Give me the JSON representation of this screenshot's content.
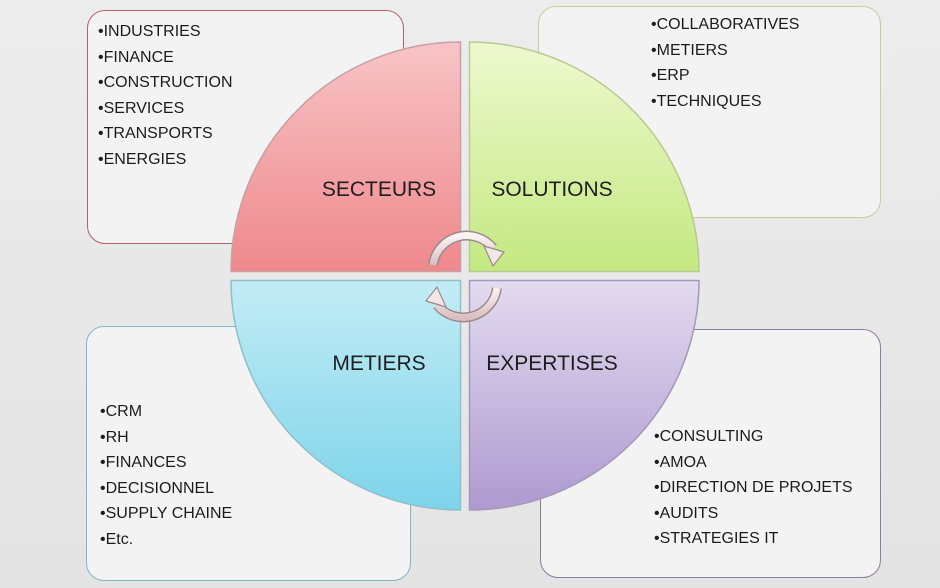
{
  "quadrants": [
    {
      "id": "tl",
      "label": "SECTEURS",
      "color": "#f4a3a6",
      "items": [
        "INDUSTRIES",
        "FINANCE",
        "CONSTRUCTION",
        "SERVICES",
        "TRANSPORTS",
        "ENERGIES"
      ]
    },
    {
      "id": "tr",
      "label": "SOLUTIONS",
      "color": "#d6f0a0",
      "items": [
        "COLLABORATIVES",
        "METIERS",
        "ERP",
        "TECHNIQUES"
      ]
    },
    {
      "id": "bl",
      "label": "METIERS",
      "color": "#9adcec",
      "items": [
        "CRM",
        "RH",
        "FINANCES",
        "DECISIONNEL",
        "SUPPLY CHAINE",
        "Etc."
      ]
    },
    {
      "id": "br",
      "label": "EXPERTISES",
      "color": "#cfc0e3",
      "items": [
        "CONSULTING",
        "AMOA",
        "DIRECTION DE PROJETS",
        "AUDITS",
        "STRATEGIES IT"
      ]
    }
  ],
  "center_icon": "circular-arrows-icon"
}
